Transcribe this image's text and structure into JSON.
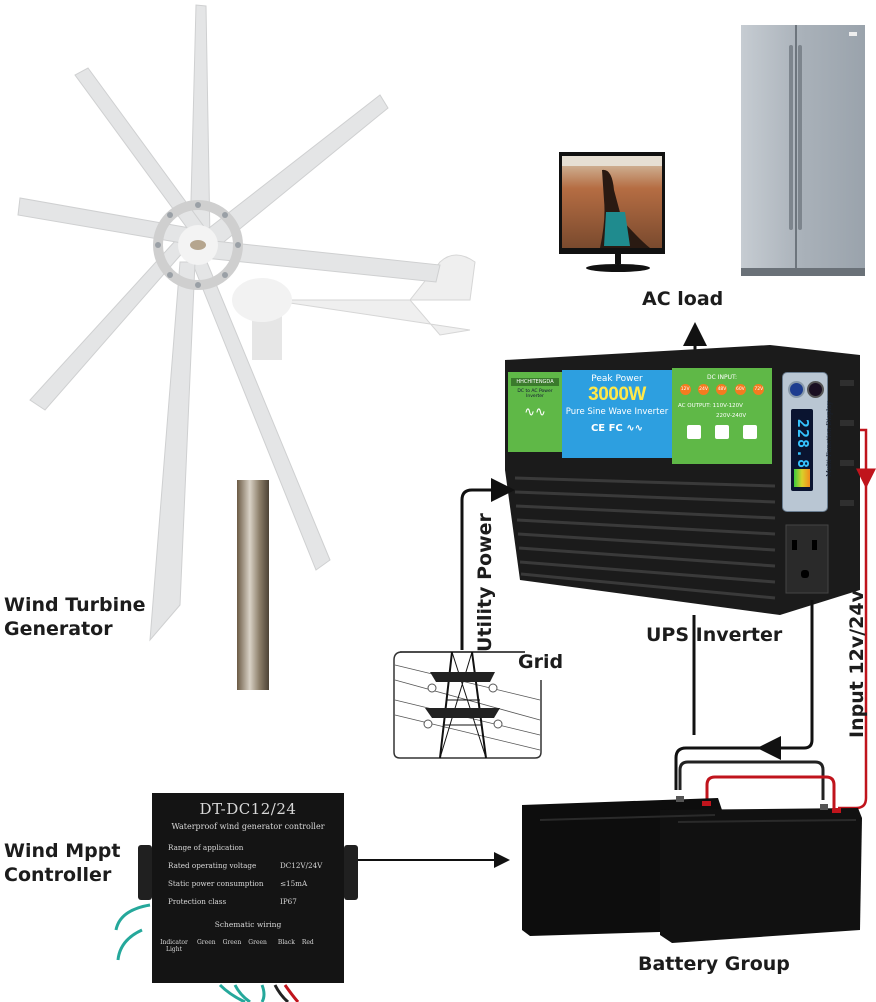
{
  "diagram": {
    "type": "off-grid wind power system wiring diagram",
    "labels": {
      "wind_turbine": [
        "Wind Turbine",
        "Generator"
      ],
      "ac_load": "AC load",
      "utility_power": "Utility Power",
      "grid": "Grid",
      "ups_inverter": "UPS Inverter",
      "input_voltage": "Input 12v/24v",
      "wind_controller": [
        "Wind Mppt",
        "Controller"
      ],
      "battery_group": "Battery Group"
    },
    "components": {
      "wind_turbine": {
        "blades": 8,
        "blade_color": "#e8e8e8"
      },
      "monitor": {
        "kind": "TV / monitor"
      },
      "refrigerator": {
        "kind": "side-by-side refrigerator"
      },
      "inverter": {
        "brand": "HHCHITENGDA",
        "brand_sub": "DC to AC Power Inverter",
        "peak_power_label": "Peak Power",
        "wattage": "3000W",
        "type": "Pure Sine Wave Inverter",
        "certifications": "CE FC",
        "dc_input_label": "DC INPUT:",
        "dc_inputs": [
          "12V",
          "24V",
          "48V",
          "60V",
          "72V"
        ],
        "ac_output_label": "AC OUTPUT:",
        "ac_output_options": [
          "110V-120V",
          "220V-240V"
        ],
        "display_label": "Multi-Function Display",
        "display_reading": "228.8",
        "colors": {
          "green": "#5fb847",
          "blue": "#2d9fe0",
          "accent": "#f47b20",
          "wattage": "#ffe94a"
        }
      },
      "controller": {
        "model": "DT-DC12/24",
        "subtitle": "Waterproof wind generator controller",
        "specs": [
          {
            "key": "Range of application",
            "value": ""
          },
          {
            "key": "Rated operating voltage",
            "value": "DC12V/24V"
          },
          {
            "key": "Static power consumption",
            "value": "≤15mA"
          },
          {
            "key": "Protection class",
            "value": "IP67"
          }
        ],
        "wiring_title": "Schematic wiring",
        "indicator_label": "Indicator Light",
        "wires": [
          "Green",
          "Green",
          "Green",
          "Black",
          "Red"
        ]
      },
      "battery_group": {
        "count": 2
      }
    },
    "connections": [
      {
        "from": "UPS Inverter",
        "to": "AC load",
        "color": "#111111"
      },
      {
        "from": "Grid",
        "to": "UPS Inverter",
        "label": "Utility Power",
        "color": "#111111"
      },
      {
        "from": "Wind Mppt Controller",
        "to": "Battery Group",
        "color": "#111111"
      },
      {
        "from": "UPS Inverter",
        "to": "Battery Group",
        "color": "#111111"
      },
      {
        "from": "Battery Group",
        "to": "UPS Inverter",
        "label": "Input 12v/24v",
        "color": "#c0141c"
      }
    ]
  }
}
